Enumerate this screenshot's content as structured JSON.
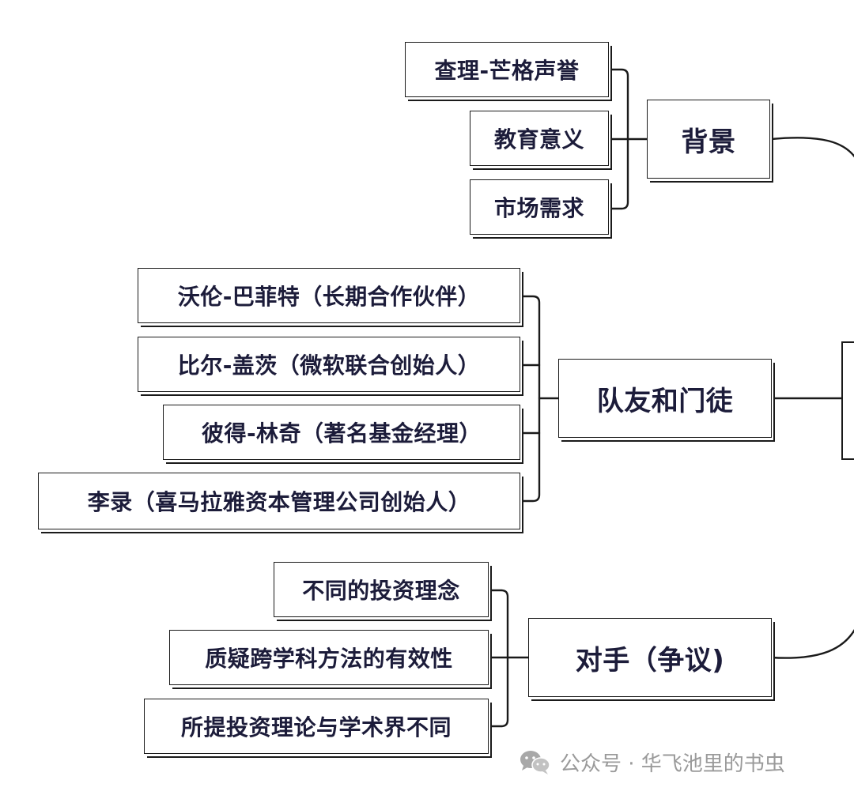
{
  "mindmap": {
    "branches": [
      {
        "label": "背景",
        "children": [
          "查理-芒格声誉",
          "教育意义",
          "市场需求"
        ]
      },
      {
        "label": "队友和门徒",
        "children": [
          "沃伦-巴菲特（长期合作伙伴）",
          "比尔-盖茨（微软联合创始人）",
          "彼得-林奇（著名基金经理）",
          "李录（喜马拉雅资本管理公司创始人）"
        ]
      },
      {
        "label": "对手（争议)",
        "children": [
          "不同的投资理念",
          "质疑跨学科方法的有效性",
          "所提投资理论与学术界不同"
        ]
      }
    ]
  },
  "watermark": {
    "text": "公众号 · 华飞池里的书虫",
    "icon": "wechat-icon"
  },
  "colors": {
    "text": "#1c1c3a",
    "line": "#1a1a1a",
    "watermark": "#9a9a9a"
  }
}
